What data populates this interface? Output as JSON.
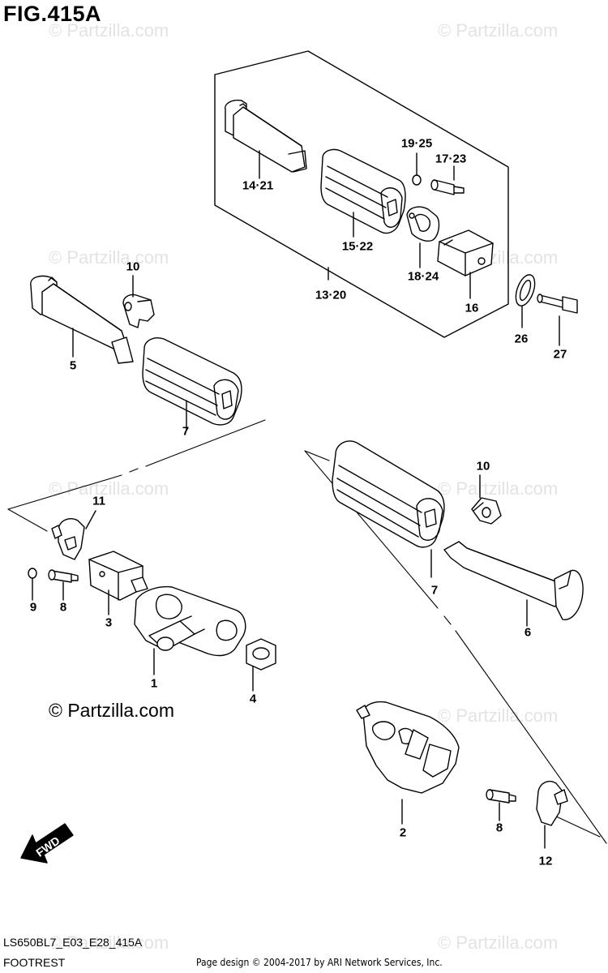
{
  "figure": {
    "title": "FIG.415A"
  },
  "footer": {
    "model_code": "LS650BL7_E03_E28_415A",
    "section": "FOOTREST",
    "credit": "Page design © 2004-2017 by ARI Network Services, Inc."
  },
  "copyright": "© Partzilla.com",
  "watermark": "© Partzilla.com",
  "fwd_label": "FWD",
  "callouts": [
    {
      "id": "c14-21",
      "text": "14·21"
    },
    {
      "id": "c19-25",
      "text": "19·25"
    },
    {
      "id": "c17-23",
      "text": "17·23"
    },
    {
      "id": "c15-22",
      "text": "15·22"
    },
    {
      "id": "c18-24",
      "text": "18·24"
    },
    {
      "id": "c13-20",
      "text": "13·20"
    },
    {
      "id": "c16",
      "text": "16"
    },
    {
      "id": "c26",
      "text": "26"
    },
    {
      "id": "c27",
      "text": "27"
    },
    {
      "id": "c10a",
      "text": "10"
    },
    {
      "id": "c5",
      "text": "5"
    },
    {
      "id": "c7a",
      "text": "7"
    },
    {
      "id": "c11",
      "text": "11"
    },
    {
      "id": "c9",
      "text": "9"
    },
    {
      "id": "c8a",
      "text": "8"
    },
    {
      "id": "c3",
      "text": "3"
    },
    {
      "id": "c1",
      "text": "1"
    },
    {
      "id": "c4",
      "text": "4"
    },
    {
      "id": "c10b",
      "text": "10"
    },
    {
      "id": "c7b",
      "text": "7"
    },
    {
      "id": "c6",
      "text": "6"
    },
    {
      "id": "c2",
      "text": "2"
    },
    {
      "id": "c8b",
      "text": "8"
    },
    {
      "id": "c12",
      "text": "12"
    }
  ]
}
